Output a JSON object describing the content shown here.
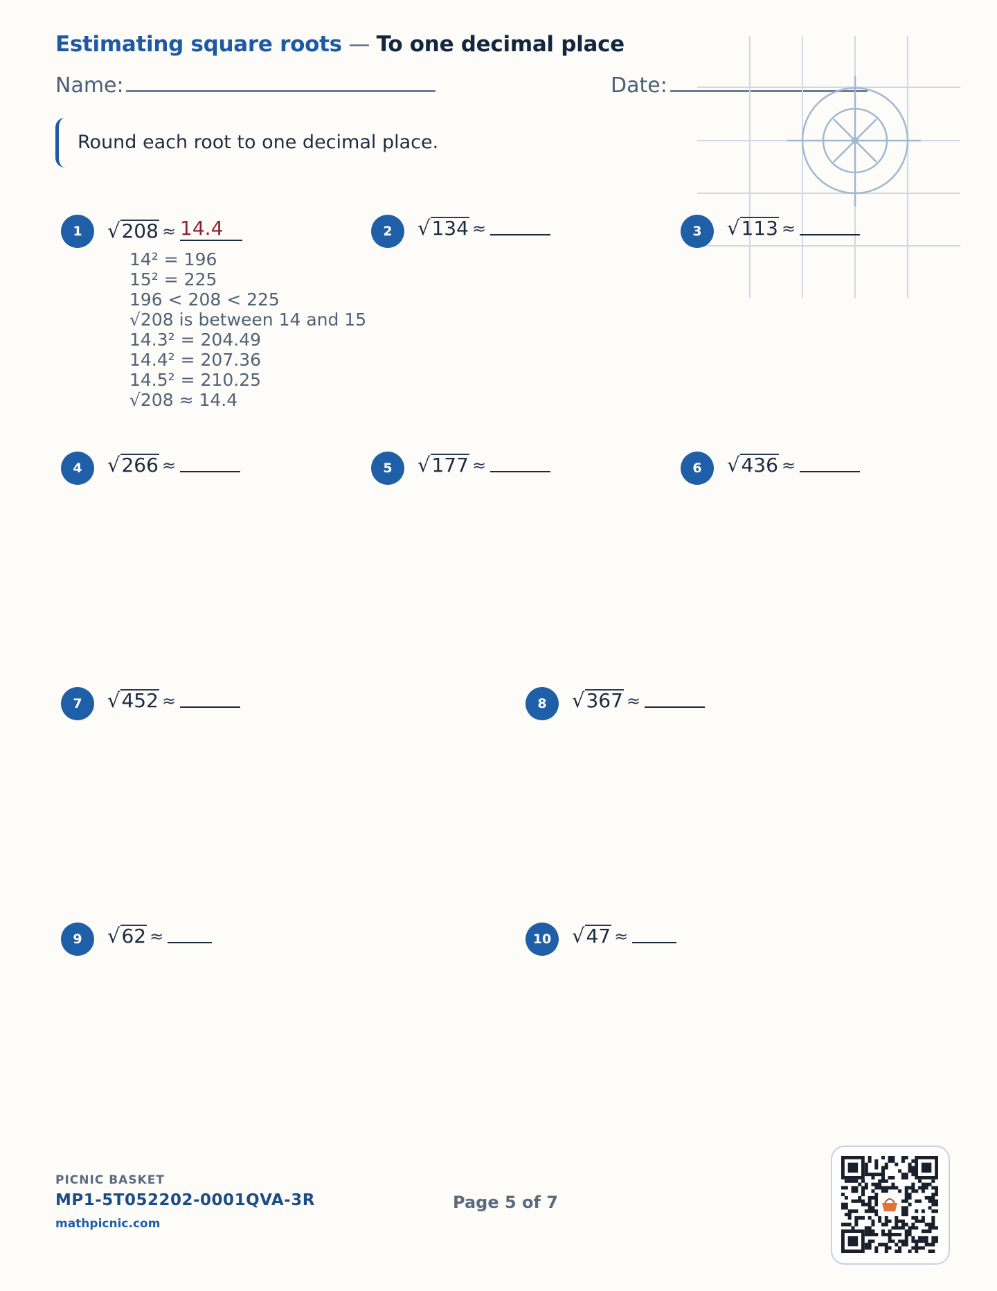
{
  "header": {
    "title_main": "Estimating square roots",
    "title_sep": " — ",
    "title_sub": "To one decimal place",
    "name_label": "Name:",
    "date_label": "Date:"
  },
  "instruction": "Round each root to one decimal place.",
  "problems": [
    {
      "number": "1",
      "radicand": "208",
      "approx": "≈",
      "answer": "14.4"
    },
    {
      "number": "2",
      "radicand": "134",
      "approx": "≈"
    },
    {
      "number": "3",
      "radicand": "113",
      "approx": "≈"
    },
    {
      "number": "4",
      "radicand": "266",
      "approx": "≈"
    },
    {
      "number": "5",
      "radicand": "177",
      "approx": "≈"
    },
    {
      "number": "6",
      "radicand": "436",
      "approx": "≈"
    },
    {
      "number": "7",
      "radicand": "452",
      "approx": "≈"
    },
    {
      "number": "8",
      "radicand": "367",
      "approx": "≈"
    },
    {
      "number": "9",
      "radicand": "62",
      "approx": "≈"
    },
    {
      "number": "10",
      "radicand": "47",
      "approx": "≈"
    }
  ],
  "worked_example": [
    "14² = 196",
    "15² = 225",
    "196 < 208 < 225",
    "√208 is between 14 and 15",
    "14.3² = 204.49",
    "14.4² = 207.36",
    "14.5² = 210.25",
    "√208 ≈ 14.4"
  ],
  "footer": {
    "brand": "PICNIC BASKET",
    "code": "MP1-5T052202-0001QVA-3R",
    "site": "mathpicnic.com",
    "page": "Page 5 of 7"
  },
  "colors": {
    "accent": "#1e5aa3",
    "answer": "#8e2232",
    "background": "#fdfcf9"
  }
}
